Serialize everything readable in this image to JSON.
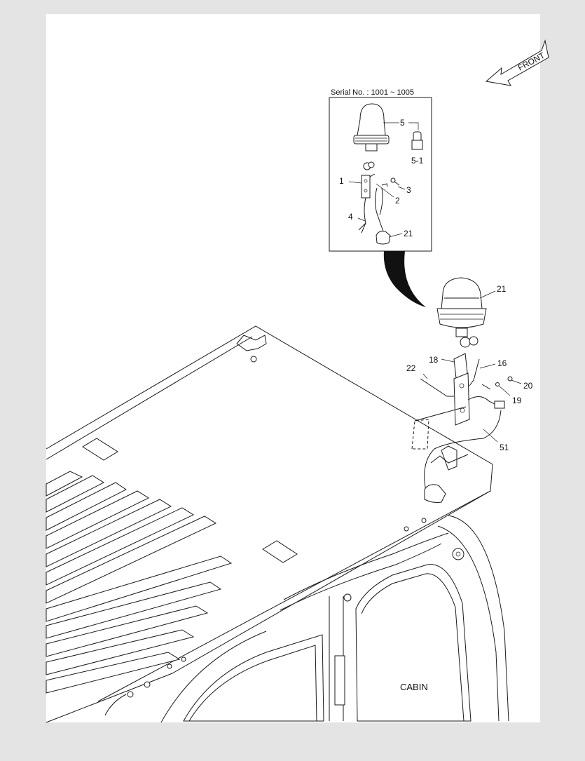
{
  "header": {
    "front_label": "FRONT"
  },
  "inset": {
    "serial_label": "Serial No. : 1001 ~ 1005"
  },
  "callouts": {
    "c5": "5",
    "c5_1": "5-1",
    "c1": "1",
    "c3": "3",
    "c2": "2",
    "c4": "4",
    "c21_inset": "21",
    "c21": "21",
    "c18": "18",
    "c16": "16",
    "c22": "22",
    "c20": "20",
    "c19": "19",
    "c51": "51"
  },
  "cabin_label": "CABIN"
}
